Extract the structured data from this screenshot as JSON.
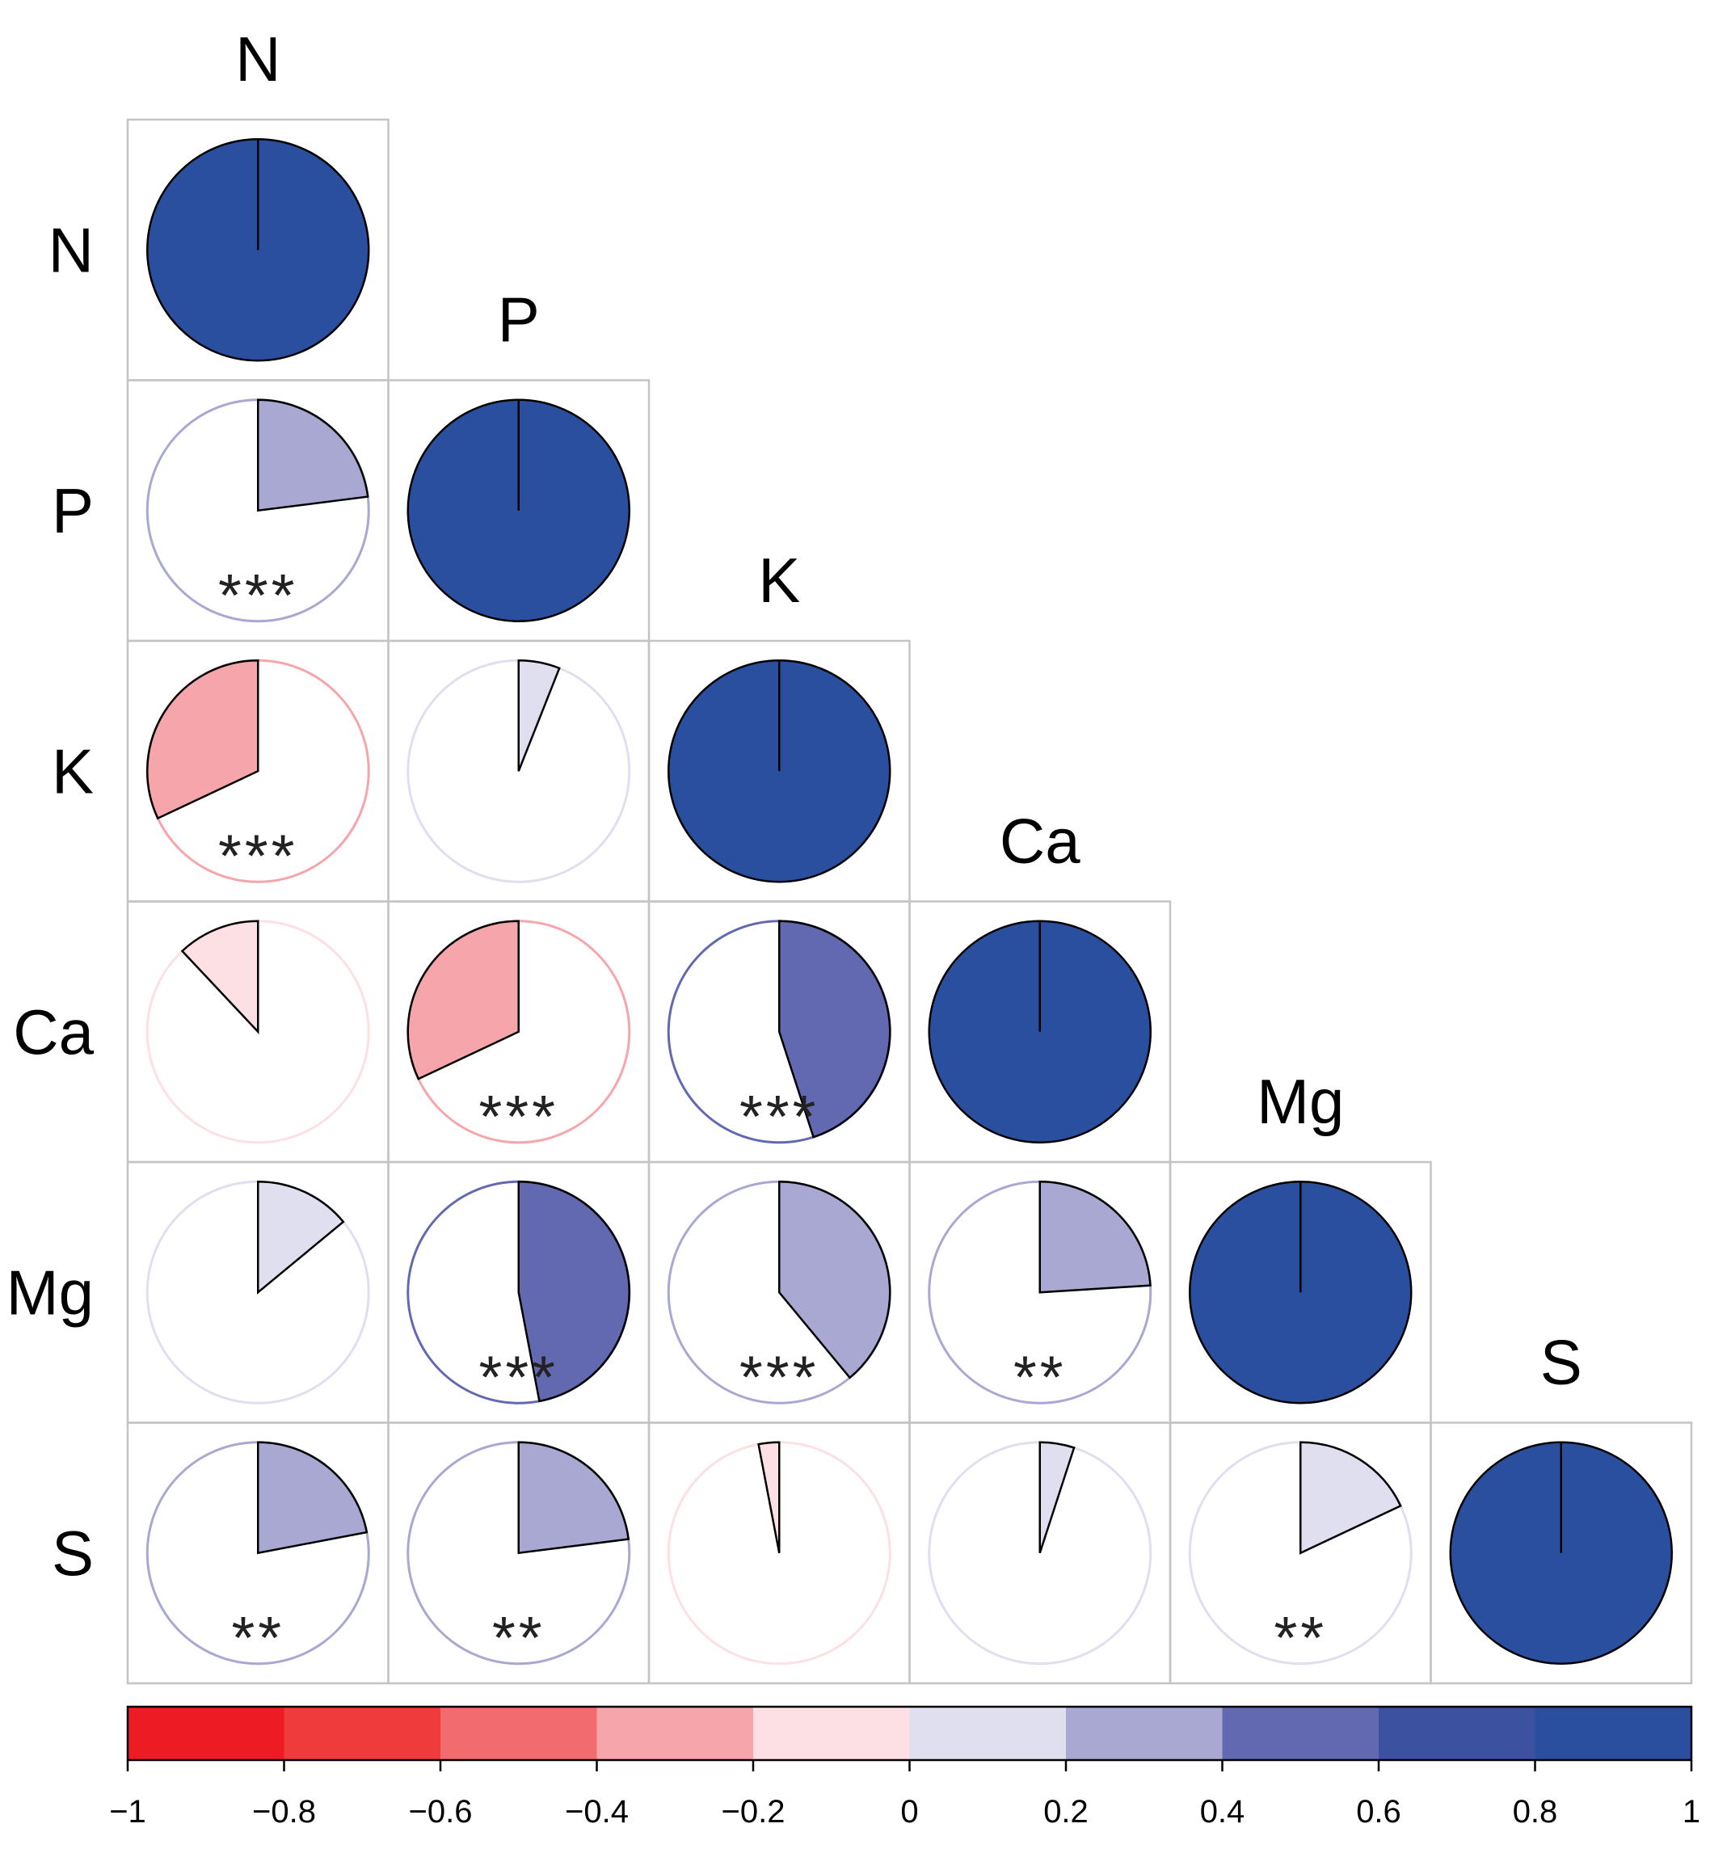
{
  "chart_data": {
    "type": "heatmap",
    "variables": [
      "N",
      "P",
      "K",
      "Ca",
      "Mg",
      "S"
    ],
    "correlations": [
      [
        1.0,
        null,
        null,
        null,
        null,
        null
      ],
      [
        0.23,
        1.0,
        null,
        null,
        null,
        null
      ],
      [
        -0.32,
        0.06,
        1.0,
        null,
        null,
        null
      ],
      [
        -0.12,
        -0.32,
        0.45,
        1.0,
        null,
        null
      ],
      [
        0.14,
        0.47,
        0.39,
        0.24,
        1.0,
        null
      ],
      [
        0.22,
        0.23,
        -0.03,
        0.05,
        0.18,
        1.0
      ]
    ],
    "significance": [
      [
        "",
        "",
        "",
        "",
        "",
        ""
      ],
      [
        "***",
        "",
        "",
        "",
        "",
        ""
      ],
      [
        "***",
        "",
        "",
        "",
        "",
        ""
      ],
      [
        "",
        "***",
        "***",
        "",
        "",
        ""
      ],
      [
        "",
        "***",
        "***",
        "**",
        "",
        ""
      ],
      [
        "**",
        "**",
        "",
        "",
        "**",
        ""
      ]
    ],
    "colorbar": {
      "range": [
        -1,
        1
      ],
      "ticks": [
        -1,
        -0.8,
        -0.6,
        -0.4,
        -0.2,
        0,
        0.2,
        0.4,
        0.6,
        0.8,
        1
      ],
      "tick_labels": [
        "−1",
        "−0.8",
        "−0.6",
        "−0.4",
        "−0.2",
        "0",
        "0.2",
        "0.4",
        "0.6",
        "0.8",
        "1"
      ],
      "colors": [
        "#ed1c24",
        "#ef3b3b",
        "#f26b6e",
        "#f6a6ab",
        "#fde0e4",
        "#dfdff0",
        "#a8a8d2",
        "#6369b1",
        "#3c519f",
        "#2a4f9f"
      ]
    },
    "grid": "lower-triangle"
  }
}
